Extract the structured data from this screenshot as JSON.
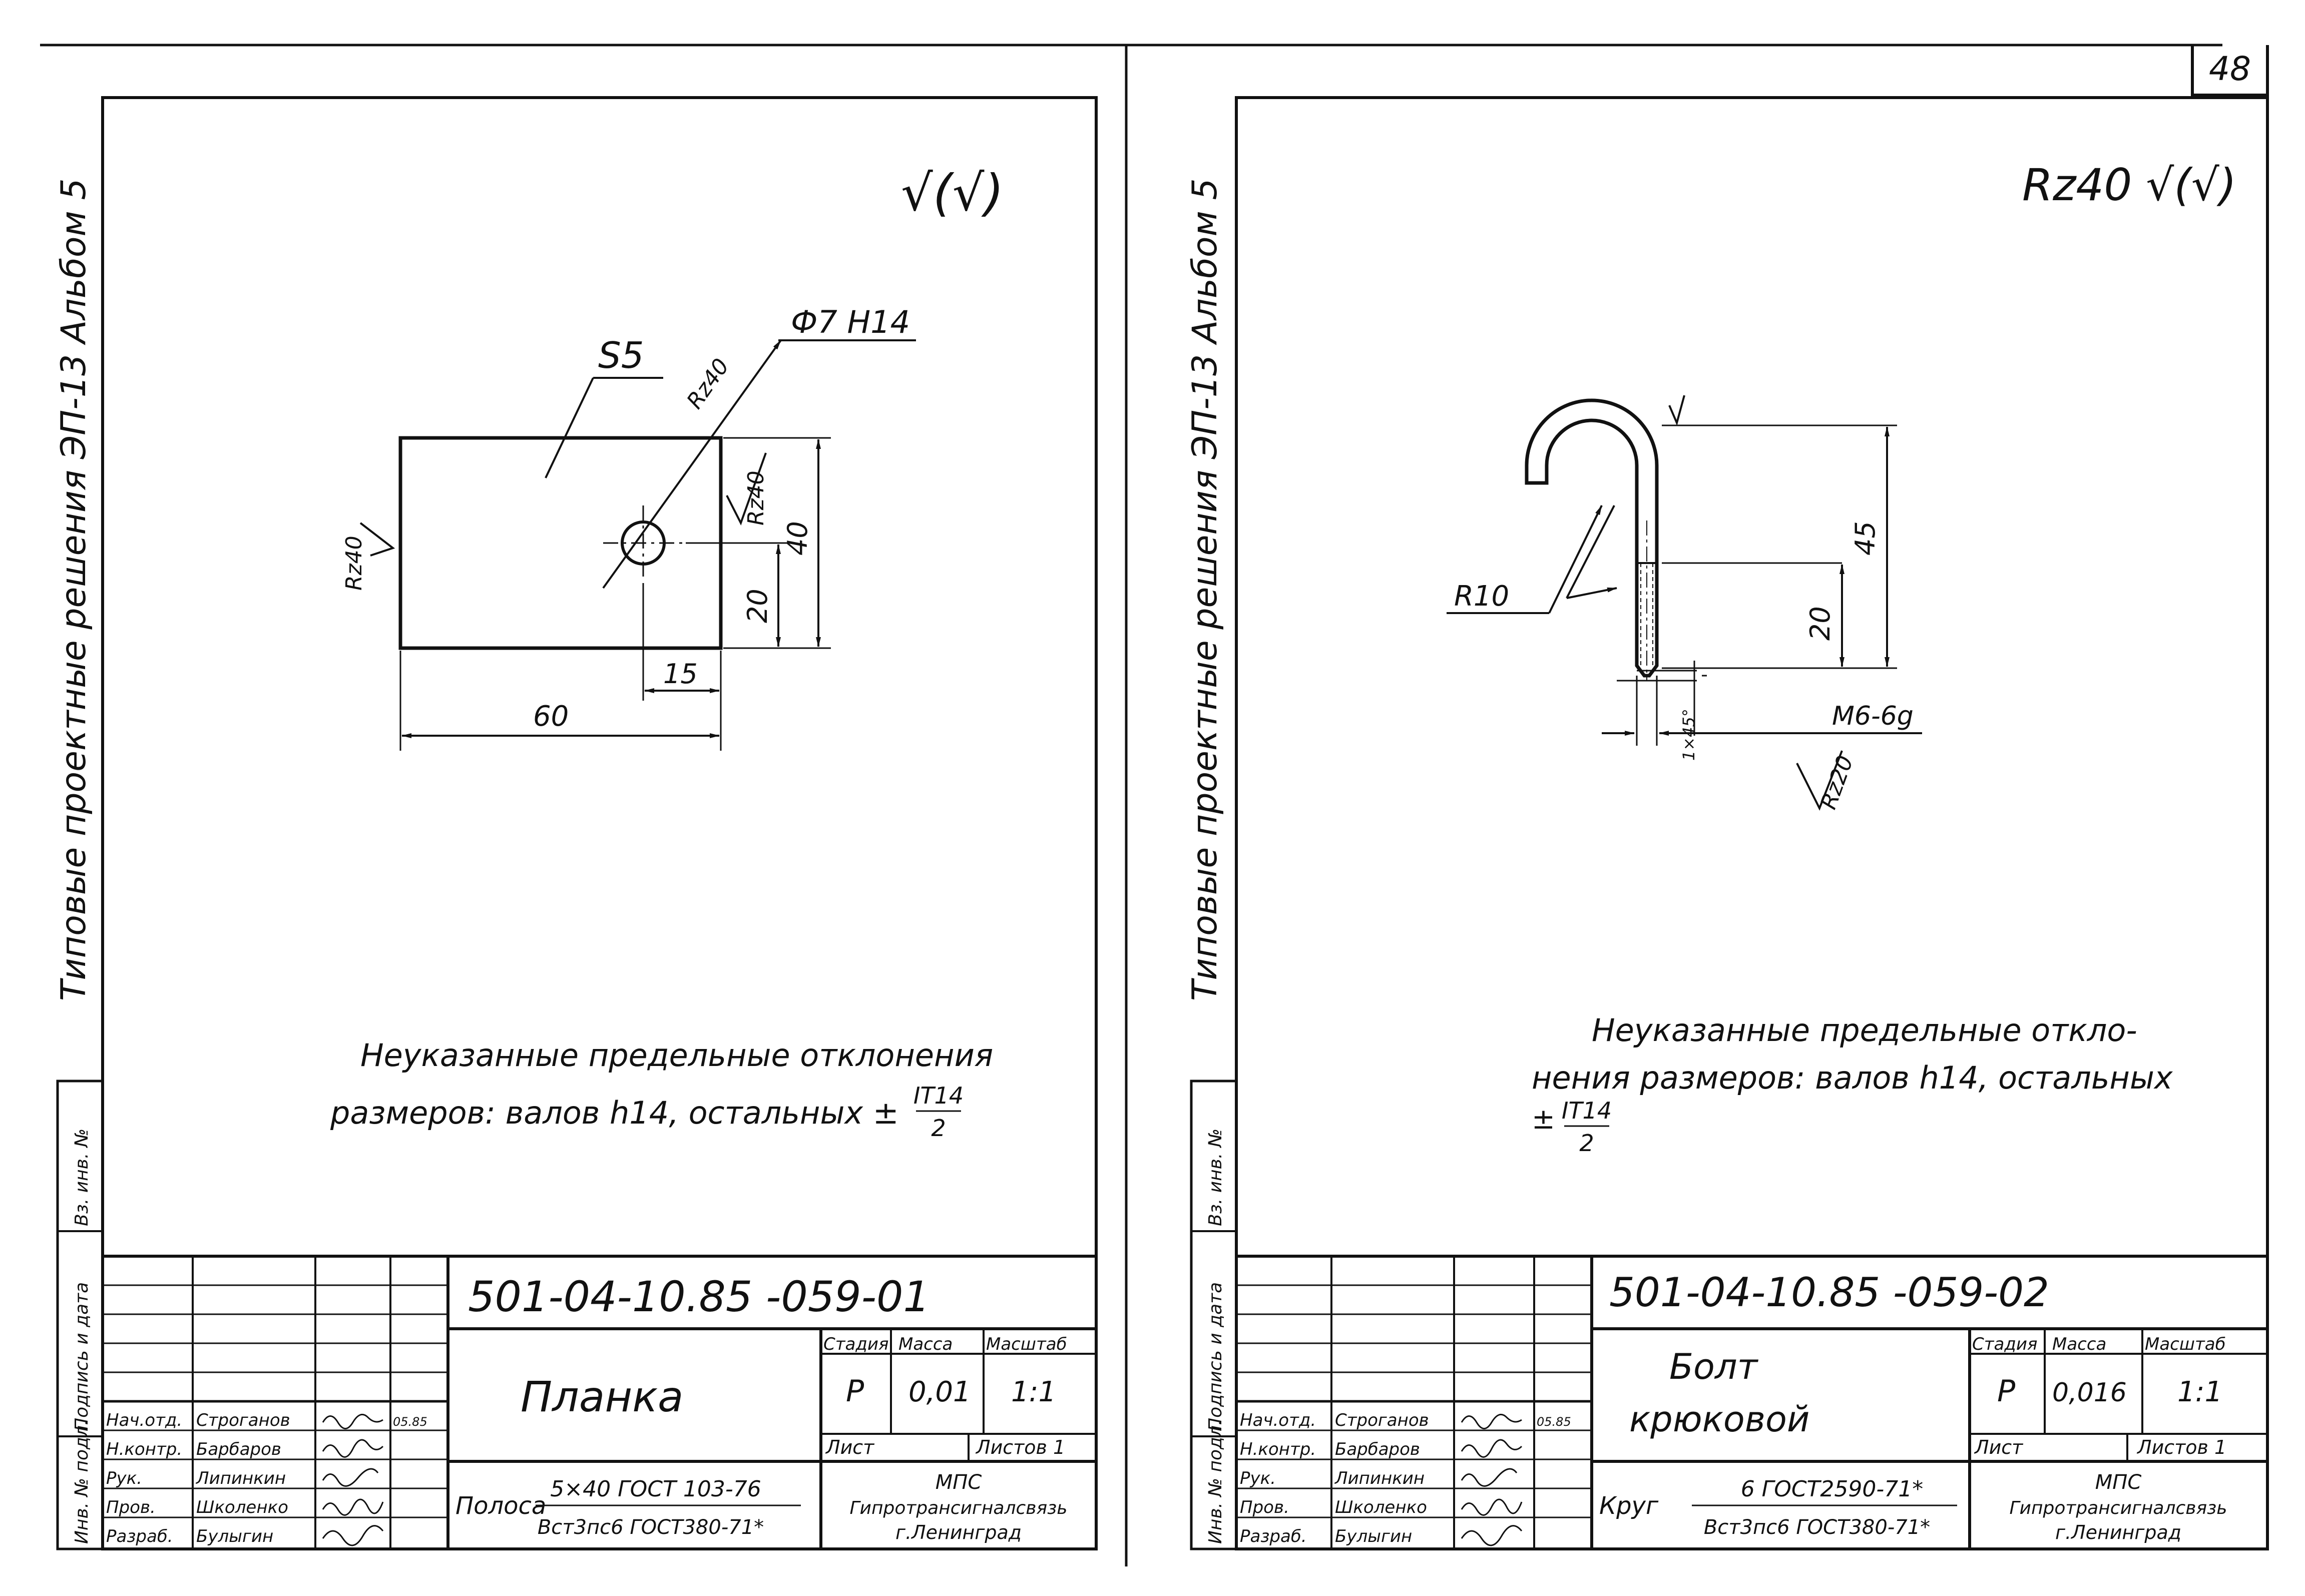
{
  "sheet_number": "48",
  "margin": {
    "album": "Типовые проектные решения ЭП-13   Альбом 5",
    "stub": [
      "Инв. № подл.",
      "Подпись и дата",
      "Вз. инв. №"
    ]
  },
  "left": {
    "doc_code": "501-04-10.85  -059-01",
    "title": "Планка",
    "roughness_general": "√(√)",
    "dims": {
      "thickness": "S5",
      "hole": "Ф7 H14",
      "rz_top": "Rz40",
      "rz_right": "Rz40",
      "rz_left": "Rz40",
      "height": "40",
      "hole_y": "20",
      "hole_x": "15",
      "width": "60"
    },
    "note_line1": "Неуказанные предельные отклонения",
    "note_line2": "размеров: валов h14, остальных ±",
    "note_frac_num": "IT14",
    "note_frac_den": "2",
    "material_prefix": "Полоса",
    "material_top": "5×40 ГОСТ 103-76",
    "material_bottom": "Вст3пс6 ГОСТ380-71*",
    "stage": "Р",
    "mass": "0,01",
    "scale": "1:1",
    "sheet_label": "Лист",
    "sheets_label": "Листов 1"
  },
  "right": {
    "doc_code": "501-04-10.85  -059-02",
    "title_line1": "Болт",
    "title_line2": "крюковой",
    "roughness_general": "Rz40 √(√)",
    "dims": {
      "radius": "R10",
      "chamfer": "1×45°",
      "thread_len": "20",
      "length": "45",
      "thread": "M6-6g",
      "rz": "Rz20"
    },
    "note_line1": "Неуказанные предельные откло-",
    "note_line2": "нения размеров: валов h14, остальных",
    "note_frac_num": "IT14",
    "note_frac_den": "2",
    "material_prefix": "Круг",
    "material_top": "6 ГОСТ2590-71*",
    "material_bottom": "Вст3пс6 ГОСТ380-71*",
    "stage": "Р",
    "mass": "0,016",
    "scale": "1:1",
    "sheet_label": "Лист",
    "sheets_label": "Листов 1"
  },
  "stamp_headers": {
    "stage": "Стадия",
    "mass": "Масса",
    "scale": "Масштаб"
  },
  "org": {
    "line1": "МПС",
    "line2": "Гипротрансигналсвязь",
    "line3": "г.Ленинград"
  },
  "signers": {
    "roles": [
      "Нач.отд.",
      "Н.контр.",
      "Рук.",
      "Пров.",
      "Разраб."
    ],
    "names": [
      "Строганов",
      "Барбаров",
      "Липинкин",
      "Школенко",
      "Булыгин"
    ],
    "date": "05.85"
  }
}
